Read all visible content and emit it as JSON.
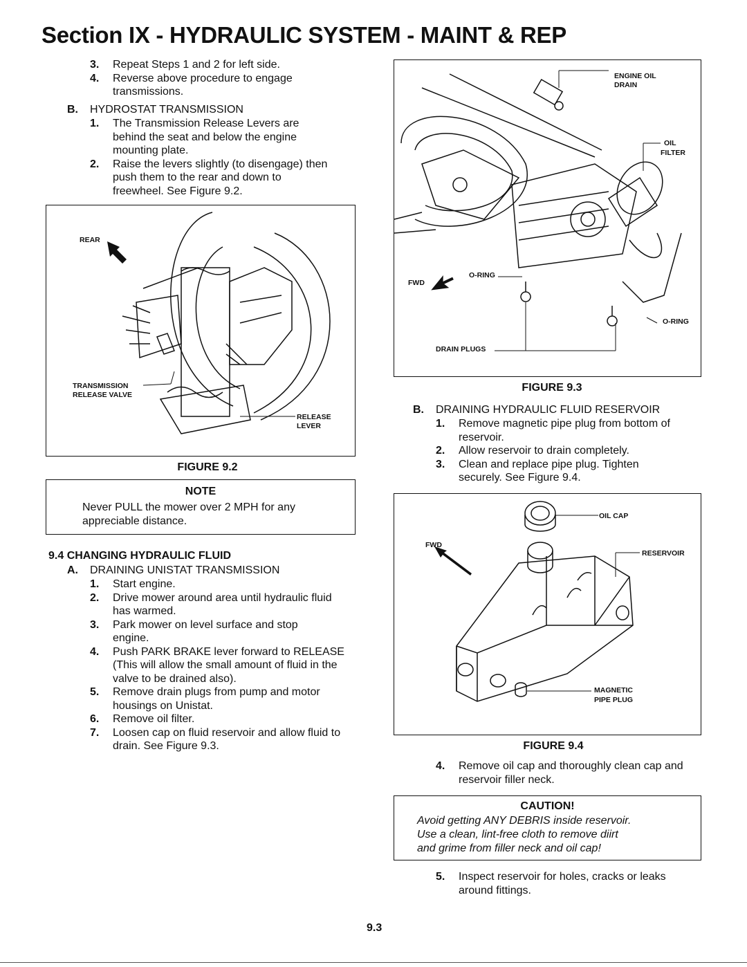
{
  "title": "Section IX - HYDRAULIC SYSTEM - MAINT & REP",
  "left_top_list": [
    {
      "num": "3.",
      "text": "Repeat Steps 1 and 2 for left side."
    },
    {
      "num": "4.",
      "text": "Reverse above procedure to engage transmissions."
    }
  ],
  "section_b_hydrostat": {
    "letter": "B.",
    "heading": "HYDROSTAT TRANSMISSION",
    "items": [
      {
        "num": "1.",
        "text": "The Transmission Release Levers are behind the seat and below the engine mounting plate."
      },
      {
        "num": "2.",
        "text": "Raise the levers slightly (to disengage) then push them to the rear and down to freewheel.  See Figure 9.2."
      }
    ]
  },
  "figure_9_2": {
    "caption": "FIGURE 9.2",
    "labels": {
      "rear": "REAR",
      "valve_line1": "TRANSMISSION",
      "valve_line2": "RELEASE VALVE",
      "lever_line1": "RELEASE",
      "lever_line2": "LEVER"
    }
  },
  "note": {
    "title": "NOTE",
    "text": "Never PULL the mower over 2 MPH for any appreciable distance."
  },
  "section_9_4": {
    "heading": "9.4 CHANGING HYDRAULIC FLUID",
    "sub_letter": "A.",
    "sub_heading": "DRAINING UNISTAT TRANSMISSION",
    "items": [
      {
        "num": "1.",
        "text": "Start engine."
      },
      {
        "num": "2.",
        "text": "Drive mower around area until hydraulic fluid has warmed."
      },
      {
        "num": "3.",
        "text": "Park mower on level surface and stop engine."
      },
      {
        "num": "4.",
        "text": "Push PARK BRAKE lever forward to RELEASE (This will allow the small amount of fluid in the valve to be drained also)."
      },
      {
        "num": "5.",
        "text": "Remove drain plugs from pump and motor housings on Unistat."
      },
      {
        "num": "6.",
        "text": "Remove oil filter."
      },
      {
        "num": "7.",
        "text": "Loosen cap on fluid reservoir and allow fluid to drain.  See Figure 9.3."
      }
    ]
  },
  "figure_9_3": {
    "caption": "FIGURE 9.3",
    "labels": {
      "engine_oil_line1": "ENGINE OIL",
      "engine_oil_line2": "DRAIN",
      "oil_filter_line1": "OIL",
      "oil_filter_line2": "FILTER",
      "fwd": "FWD",
      "oring_left": "O-RING",
      "oring_right": "O-RING",
      "drain_plugs": "DRAIN PLUGS"
    }
  },
  "section_b_reservoir": {
    "letter": "B.",
    "heading": "DRAINING HYDRAULIC FLUID RESERVOIR",
    "items": [
      {
        "num": "1.",
        "text": "Remove magnetic pipe plug from bottom of reservoir."
      },
      {
        "num": "2.",
        "text": "Allow reservoir to drain completely."
      },
      {
        "num": "3.",
        "text": "Clean and replace pipe plug.  Tighten securely.  See Figure 9.4."
      }
    ]
  },
  "figure_9_4": {
    "caption": "FIGURE 9.4",
    "labels": {
      "oil_cap": "OIL CAP",
      "fwd": "FWD",
      "reservoir": "RESERVOIR",
      "magnetic_line1": "MAGNETIC",
      "magnetic_line2": "PIPE PLUG"
    }
  },
  "step_4": {
    "num": "4.",
    "text": "Remove oil cap and thoroughly clean cap and reservoir filler neck."
  },
  "caution": {
    "title": "CAUTION!",
    "line1": "Avoid getting ANY DEBRIS inside reservoir.",
    "line2": "Use a clean, lint-free cloth to remove diirt",
    "line3": "and grime from filler neck and oil cap!"
  },
  "step_5": {
    "num": "5.",
    "text": "Inspect reservoir for holes, cracks or leaks around fittings."
  },
  "page_number": "9.3"
}
